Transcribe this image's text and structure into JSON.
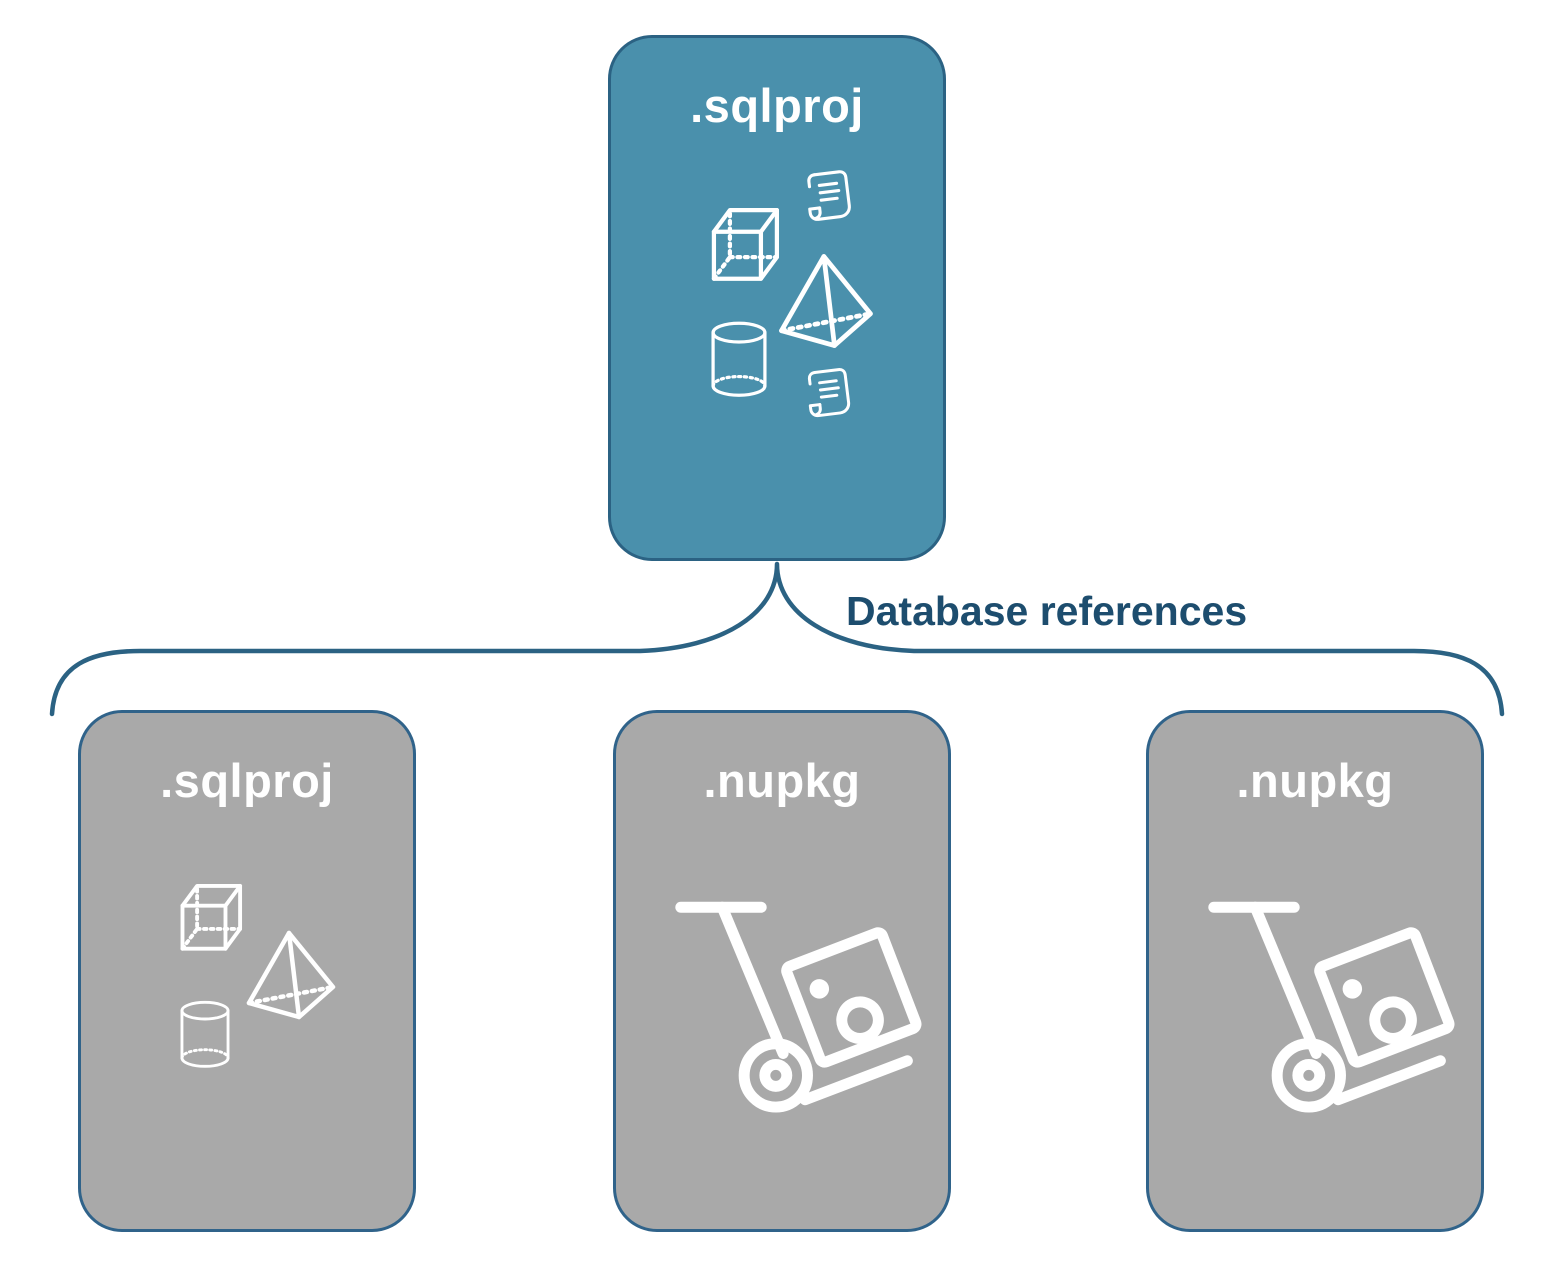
{
  "diagram": {
    "top_card": {
      "label": ".sqlproj",
      "icons": [
        "scroll-icon",
        "cube-icon",
        "pyramid-icon",
        "cylinder-icon",
        "scroll-icon"
      ]
    },
    "connector": {
      "label": "Database references"
    },
    "bottom_cards": [
      {
        "label": ".sqlproj",
        "icons": [
          "cube-icon",
          "pyramid-icon",
          "cylinder-icon"
        ]
      },
      {
        "label": ".nupkg",
        "icons": [
          "hand-truck-package-icon"
        ]
      },
      {
        "label": ".nupkg",
        "icons": [
          "hand-truck-package-icon"
        ]
      }
    ],
    "colors": {
      "background": "#FFFFFF",
      "top_card_fill": "#4A90AC",
      "bottom_card_fill": "#A9A9A9",
      "card_border": "#2B6283",
      "connector_line": "#2B6283",
      "connector_label_text": "#1D4D6E",
      "icon_color": "#FFFFFF",
      "card_label_text": "#FFFFFF"
    }
  }
}
